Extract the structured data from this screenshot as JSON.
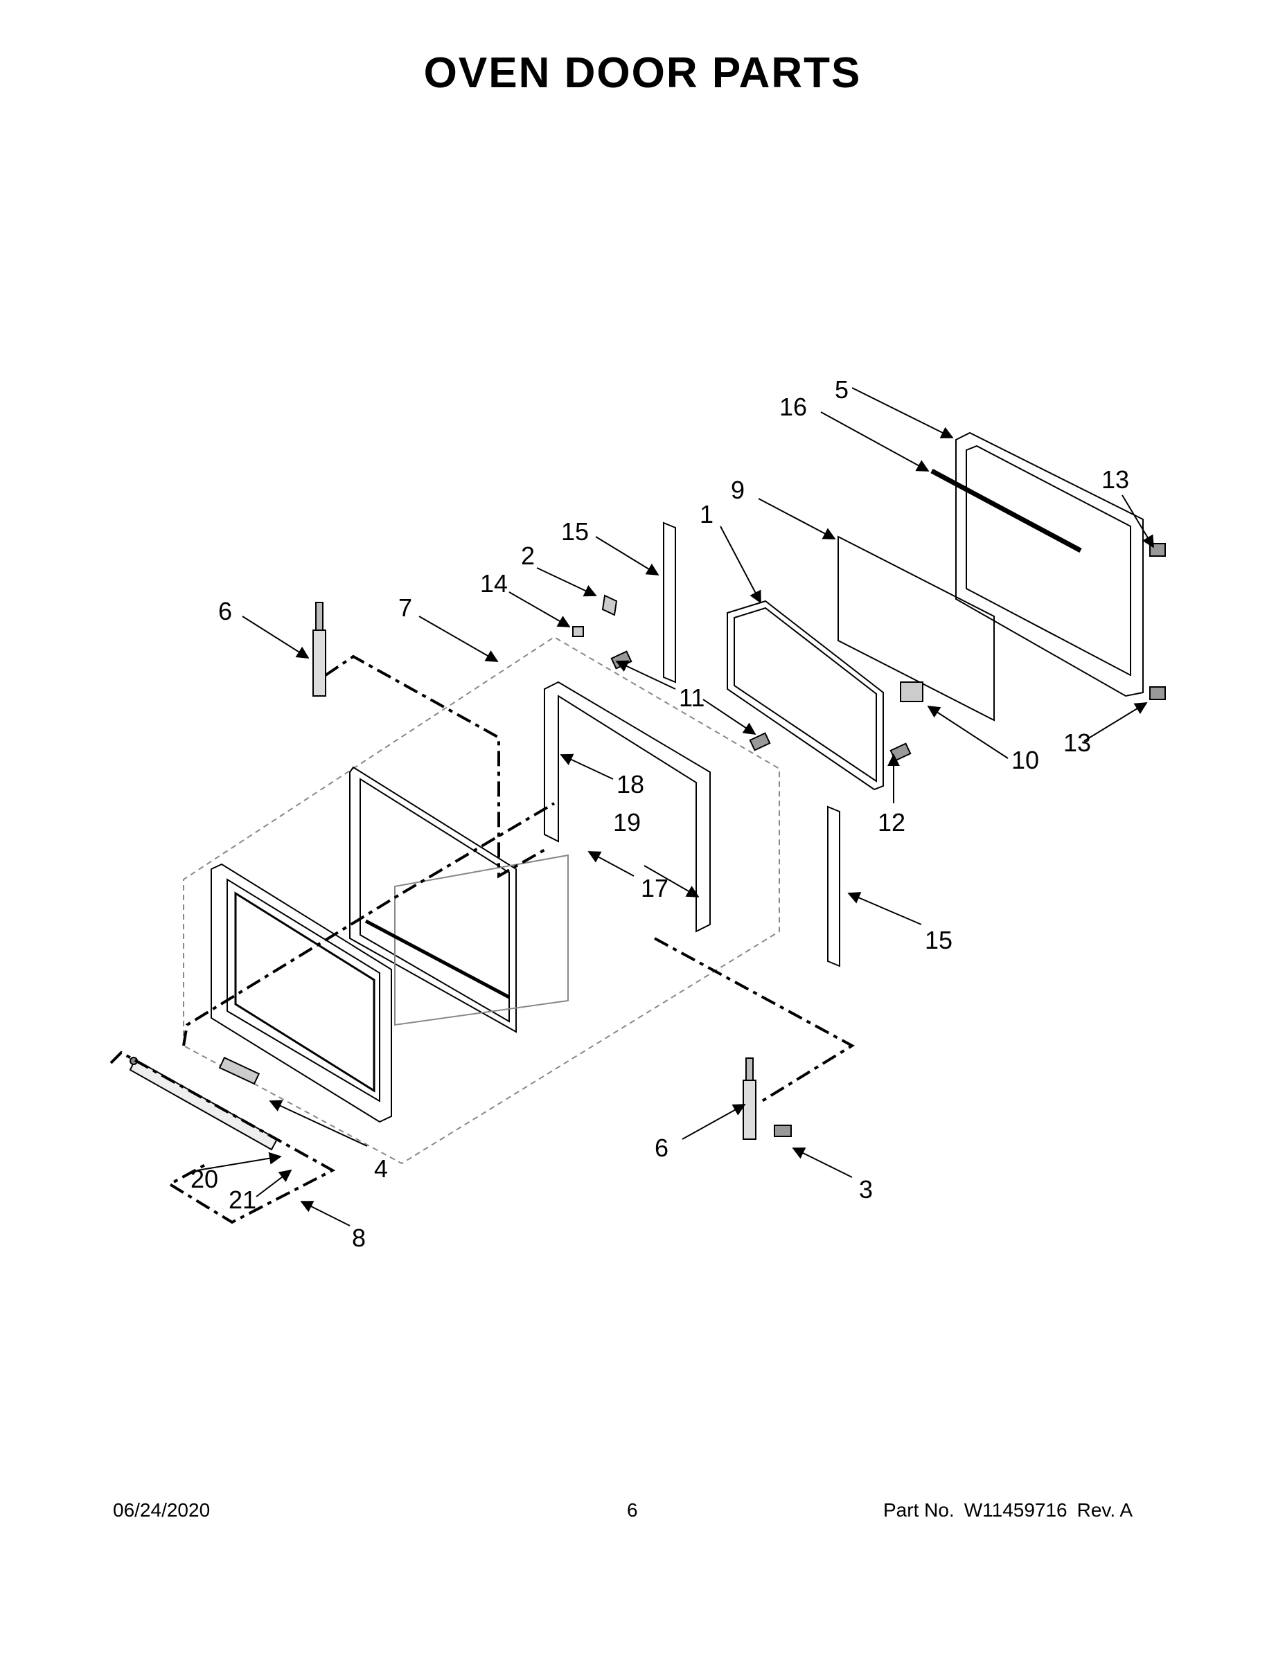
{
  "title": "OVEN DOOR PARTS",
  "callouts": {
    "c1": "1",
    "c2": "2",
    "c3": "3",
    "c4": "4",
    "c5": "5",
    "c6a": "6",
    "c6b": "6",
    "c7": "7",
    "c8": "8",
    "c9": "9",
    "c10": "10",
    "c11": "11",
    "c12": "12",
    "c13a": "13",
    "c13b": "13",
    "c14": "14",
    "c15a": "15",
    "c15b": "15",
    "c16": "16",
    "c17": "17",
    "c18": "18",
    "c19": "19",
    "c20": "20",
    "c21": "21"
  },
  "footer": {
    "date": "06/24/2020",
    "page": "6",
    "part_label": "Part No.",
    "part_number": "W11459716",
    "revision": "Rev. A"
  }
}
